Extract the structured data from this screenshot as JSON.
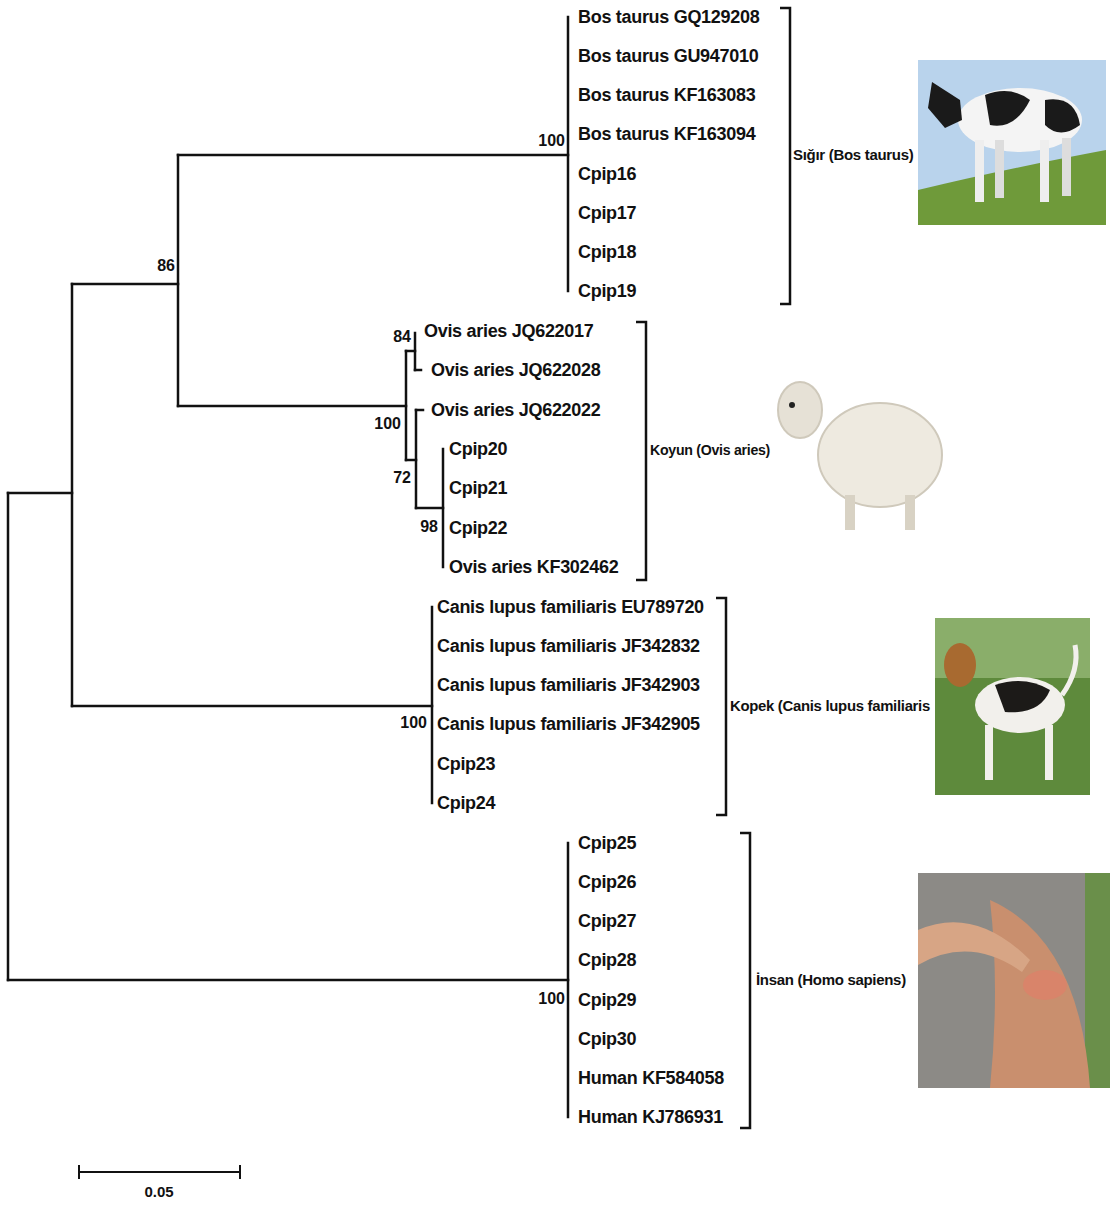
{
  "diagram": {
    "labels": [
      "Bos taurus GQ129208",
      "Bos taurus GU947010",
      "Bos taurus KF163083",
      "Bos taurus KF163094",
      "Cpip16",
      "Cpip17",
      "Cpip18",
      "Cpip19",
      "Ovis aries JQ622017",
      "Ovis aries JQ622028",
      "Ovis aries JQ622022",
      "Cpip20",
      "Cpip21",
      "Cpip22",
      "Ovis aries KF302462",
      "Canis lupus familiaris EU789720",
      "Canis lupus familiaris JF342832",
      "Canis lupus familiaris JF342903",
      "Canis lupus familiaris JF342905",
      "Cpip23",
      "Cpip24",
      "Cpip25",
      "Cpip26",
      "Cpip27",
      "Cpip28",
      "Cpip29",
      "Cpip30",
      "Human KF584058",
      "Human KJ786931",
      "Sığır (Bos taurus)",
      "Koyun (Ovis aries)",
      "Kopek (Canis lupus familiaris",
      "İnsan (Homo sapiens)",
      "100",
      "86",
      "84",
      "100",
      "72",
      "98",
      "100",
      "100",
      "0.05"
    ]
  }
}
